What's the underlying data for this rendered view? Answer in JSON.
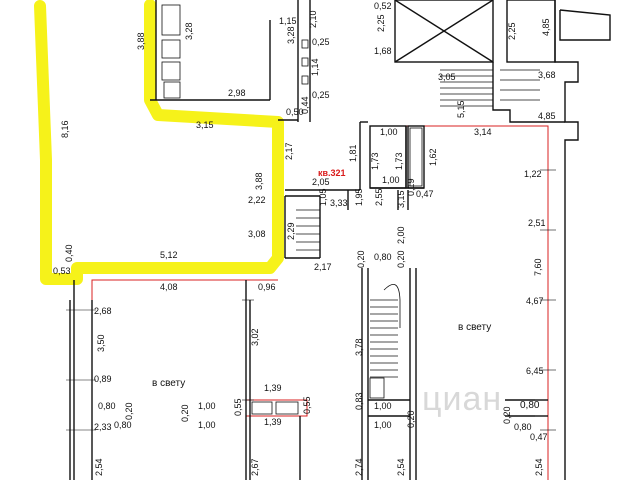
{
  "apartment_label": "кв.321",
  "room_label": "в свету",
  "watermark": "циан",
  "dims": {
    "d1": "3,88",
    "d2": "3,28",
    "d3": "2,10",
    "d4": "1,15",
    "d5": "3,28",
    "d6": "0,25",
    "d7": "1,14",
    "d8": "0,25",
    "d9": "2,98",
    "d10": "0,50",
    "d11": "0,44",
    "d12": "8,16",
    "d13": "3,15",
    "d14": "2,17",
    "d15": "3,88",
    "d16": "2,22",
    "d17": "3,08",
    "d18": "2,29",
    "d19": "2,05",
    "d20": "1,81",
    "d21": "1,05",
    "d22": "3,33",
    "d23": "1,95",
    "d24": "0,40",
    "d25": "5,12",
    "d26": "0,53",
    "d27": "2,17",
    "d28": "0,52",
    "d29": "2,25",
    "d30": "1,68",
    "d31": "2,25",
    "d32": "4,85",
    "d33": "3,05",
    "d34": "3,68",
    "d35": "5,15",
    "d36": "4,85",
    "d37": "1,00",
    "d38": "3,14",
    "d39": "1,73",
    "d40": "1,73",
    "d41": "1,62",
    "d42": "1,00",
    "d43": "0,47",
    "d44": "2,55",
    "d45": "3,15",
    "d46": "0,19",
    "d47": "2,00",
    "d48": "1,22",
    "d49": "2,51",
    "d50": "7,60",
    "d51": "4,67",
    "d52": "6,45",
    "d53": "0,80",
    "d54": "0,20",
    "d55": "0,20",
    "d56": "4,08",
    "d57": "0,96",
    "d58": "2,68",
    "d59": "3,50",
    "d60": "0,89",
    "d61": "3,02",
    "d62": "3,78",
    "d63": "1,39",
    "d64": "0,55",
    "d65": "0,55",
    "d66": "1,39",
    "d67": "0,80",
    "d68": "0,20",
    "d69": "1,00",
    "d70": "1,00",
    "d71": "0,20",
    "d72": "2,33",
    "d73": "0,80",
    "d74": "0,83",
    "d75": "1,00",
    "d76": "1,00",
    "d77": "0,20",
    "d78": "0,80",
    "d79": "0,20",
    "d80": "0,80",
    "d81": "0,47",
    "d82": "2,54",
    "d83": "2,67",
    "d84": "2,74",
    "d85": "2,54",
    "d86": "2,54"
  }
}
